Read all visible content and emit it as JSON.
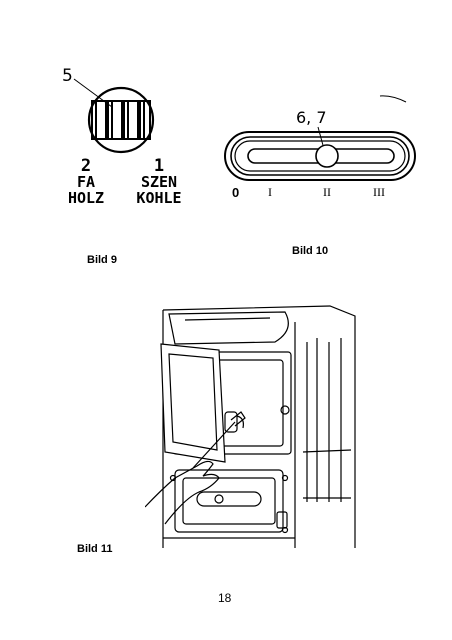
{
  "figure9": {
    "callout": "5",
    "positions": [
      {
        "number": "2",
        "hu": "FA",
        "de": "HOLZ"
      },
      {
        "number": "1",
        "hu": "SZEN",
        "de": "KOHLE"
      }
    ],
    "caption": "Bild 9"
  },
  "figure10": {
    "callout": "6, 7",
    "scale_marks": [
      "0",
      "I",
      "II",
      "III"
    ],
    "caption": "Bild 10"
  },
  "figure11": {
    "caption": "Bild 11"
  },
  "page_number": "18"
}
